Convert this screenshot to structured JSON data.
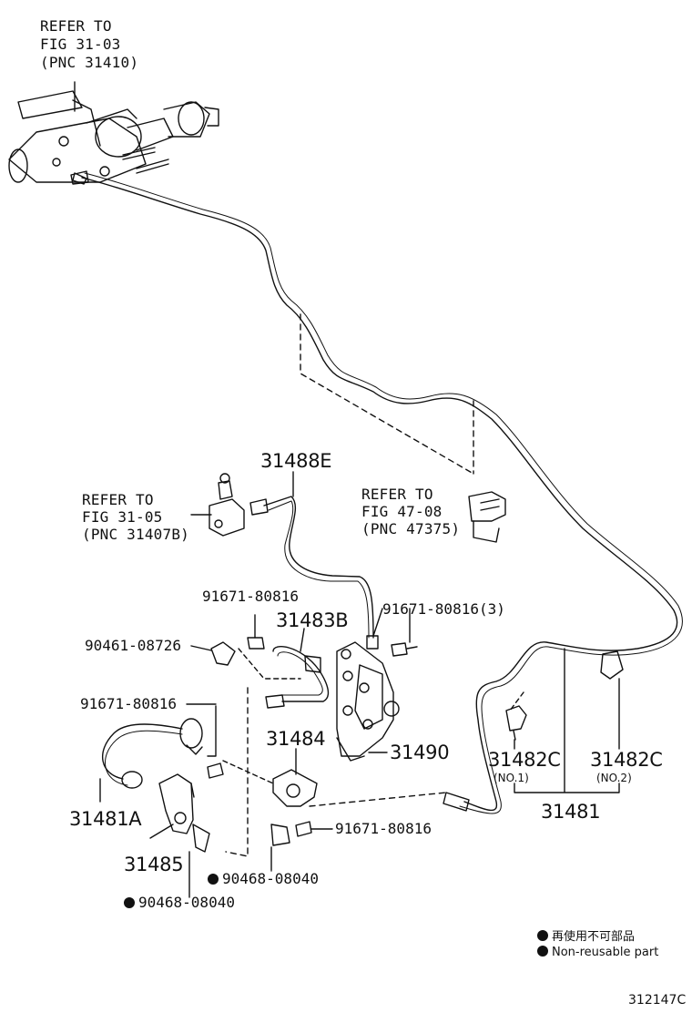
{
  "refs": {
    "ref_3103": [
      "REFER TO",
      "FIG 31-03",
      "(PNC 31410)"
    ],
    "ref_3105": [
      "REFER TO",
      "FIG 31-05",
      "(PNC 31407B)"
    ],
    "ref_4708": [
      "REFER TO",
      "FIG 47-08",
      "(PNC 47375)"
    ]
  },
  "parts": {
    "p31488E": "31488E",
    "p31483B": "31483B",
    "p31484": "31484",
    "p31490": "31490",
    "p31481A": "31481A",
    "p31485": "31485",
    "p31481": "31481",
    "p31482C_1": "31482C",
    "p31482C_1_sub": "(NO.1)",
    "p31482C_2": "31482C",
    "p31482C_2_sub": "(NO.2)",
    "n91671_a": "91671-80816",
    "n91671_b": "91671-80816(3)",
    "n90461": "90461-08726",
    "n91671_c": "91671-80816",
    "n91671_d": "91671-80816",
    "n90468_a": "90468-08040",
    "n90468_b": "90468-08040"
  },
  "legend": {
    "line1": "再使用不可部品",
    "line2": "Non-reusable part"
  },
  "figure_id": "312147C"
}
